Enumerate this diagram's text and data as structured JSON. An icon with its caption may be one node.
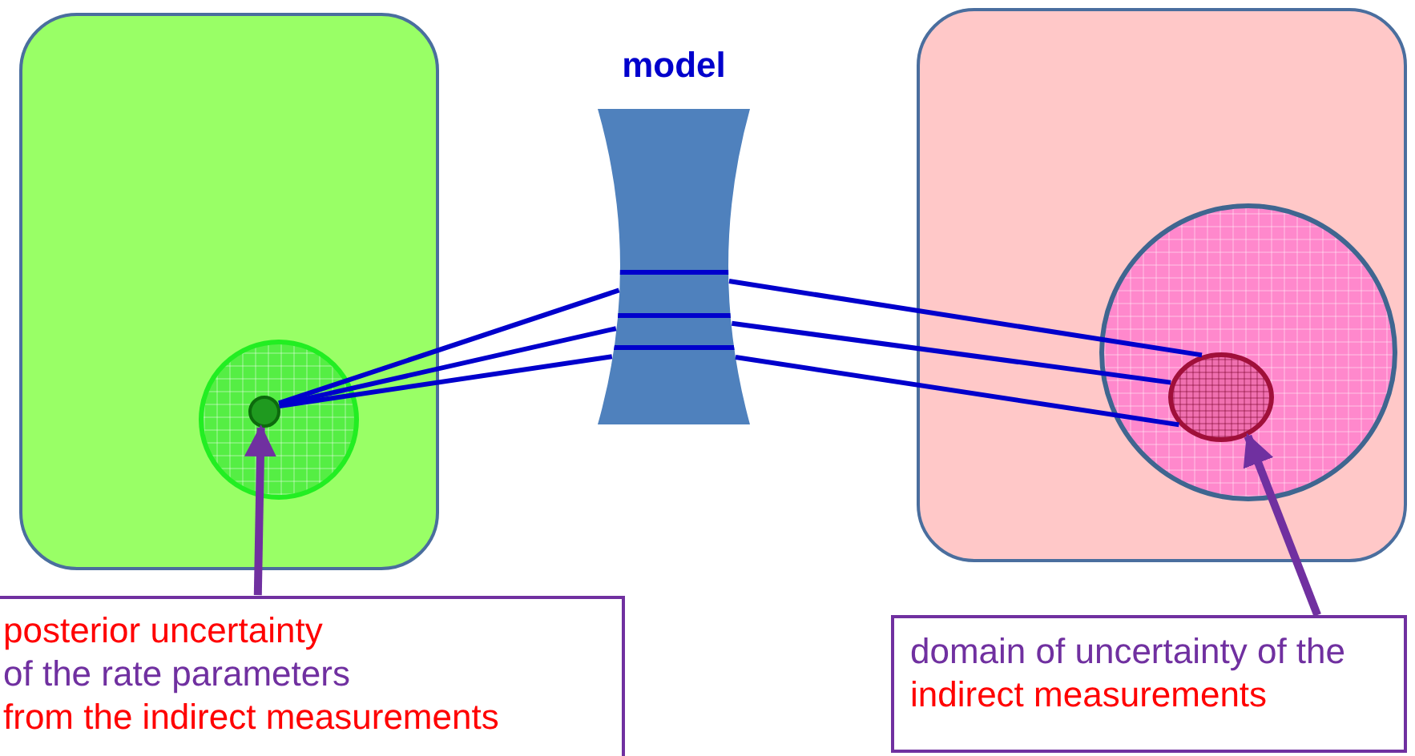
{
  "diagram": {
    "nodes": [
      {
        "text": [],
        "shape": "box"
      },
      {
        "text": [],
        "shape": "circle",
        "in": 0
      },
      {
        "text": [],
        "shape": "circle",
        "in": 1
      },
      {
        "text": [
          "model"
        ]
      },
      {
        "text": [],
        "shape": "box"
      },
      {
        "text": [],
        "shape": "circle",
        "in": 4
      },
      {
        "text": [],
        "shape": "circle",
        "in": 5
      },
      {
        "text": [
          "posterior uncertainty",
          "of the rate parameters",
          "from the indirect measurements"
        ]
      },
      {
        "text": [
          "domain of uncertainty of the",
          "indirect measurements"
        ]
      }
    ],
    "edges": [
      {
        "from": 2,
        "to": 3,
        "arrow": "none"
      },
      {
        "from": 2,
        "to": 3,
        "arrow": "none"
      },
      {
        "from": 2,
        "to": 3,
        "arrow": "none"
      },
      {
        "from": 3,
        "to": 6,
        "arrow": "none"
      },
      {
        "from": 3,
        "to": 6,
        "arrow": "none"
      },
      {
        "from": 3,
        "to": 6,
        "arrow": "none"
      },
      {
        "from": 7,
        "to": 2,
        "arrow": "to",
        "color": "#7030a0"
      },
      {
        "from": 8,
        "to": 6,
        "arrow": "to",
        "color": "#7030a0"
      }
    ]
  }
}
